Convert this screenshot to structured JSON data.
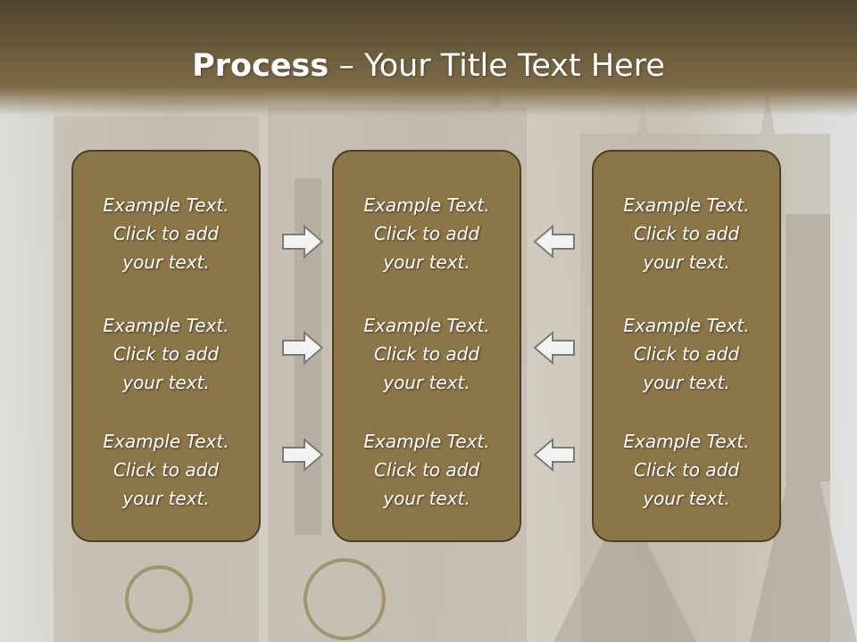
{
  "slide": {
    "title_bold": "Process",
    "title_rest": " – Your Title Text Here"
  },
  "columns": [
    {
      "items": [
        {
          "lines": [
            "Example Text.",
            "Click  to add",
            "your text."
          ]
        },
        {
          "lines": [
            "Example Text.",
            "Click  to add",
            "your text."
          ]
        },
        {
          "lines": [
            "Example Text.",
            "Click  to add",
            "your text."
          ]
        }
      ]
    },
    {
      "items": [
        {
          "lines": [
            "Example Text.",
            "Click  to add",
            "your text."
          ]
        },
        {
          "lines": [
            "Example Text.",
            "Click  to add",
            "your text."
          ]
        },
        {
          "lines": [
            "Example Text.",
            "Click  to add",
            "your text."
          ]
        }
      ]
    },
    {
      "items": [
        {
          "lines": [
            "Example Text.",
            "Click  to add",
            "your text."
          ]
        },
        {
          "lines": [
            "Example Text.",
            "Click  to add",
            "your text."
          ]
        },
        {
          "lines": [
            "Example Text.",
            "Click  to add",
            "your text."
          ]
        }
      ]
    }
  ],
  "arrows": {
    "left_group": [
      "right-arrow-icon",
      "right-arrow-icon",
      "right-arrow-icon"
    ],
    "right_group": [
      "left-arrow-icon",
      "left-arrow-icon",
      "left-arrow-icon"
    ]
  },
  "colors": {
    "header": "#6b5c3d",
    "box_fill": "#8c7547",
    "box_border": "#4a3f27",
    "text": "#ffffff"
  }
}
